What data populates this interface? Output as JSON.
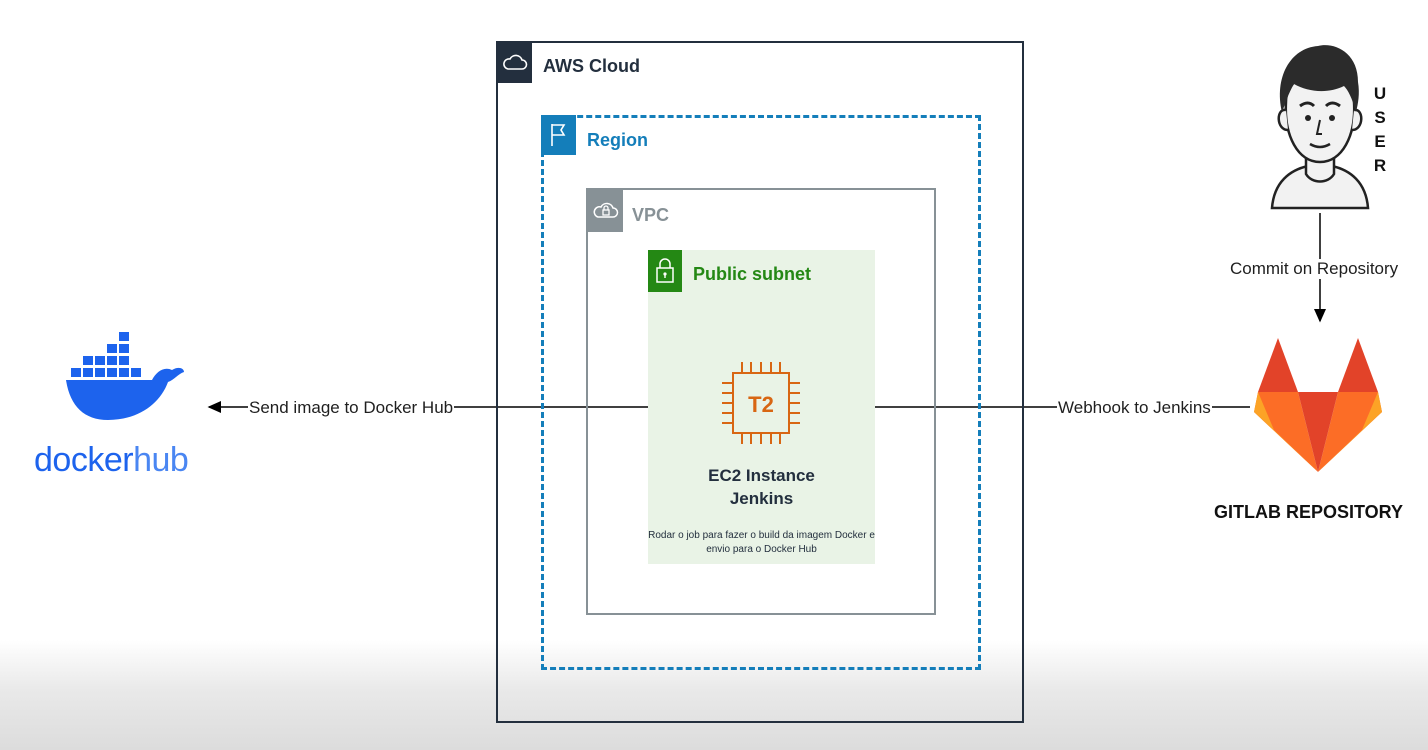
{
  "groups": {
    "aws_cloud": {
      "label": "AWS Cloud"
    },
    "region": {
      "label": "Region"
    },
    "vpc": {
      "label": "VPC"
    },
    "public_subnet": {
      "label": "Public subnet"
    }
  },
  "ec2": {
    "chip_text": "T2",
    "title_line1": "EC2 Instance",
    "title_line2": "Jenkins",
    "description": "Rodar o job para fazer o build da imagem Docker e envio para o Docker Hub"
  },
  "edges": {
    "to_docker": "Send image to Docker Hub",
    "webhook": "Webhook to Jenkins",
    "commit": "Commit on Repository"
  },
  "user": {
    "letters": [
      "U",
      "S",
      "E",
      "R"
    ]
  },
  "gitlab": {
    "label": "GITLAB REPOSITORY"
  },
  "dockerhub": {
    "logo_text_docker": "docker",
    "logo_text_hub": "hub"
  },
  "colors": {
    "aws_dark": "#232f3e",
    "region_blue": "#147eba",
    "vpc_gray": "#879196",
    "subnet_green": "#248814",
    "subnet_fill": "#e9f3e6",
    "ec2_orange": "#d86613",
    "docker_blue": "#1d63ed"
  }
}
